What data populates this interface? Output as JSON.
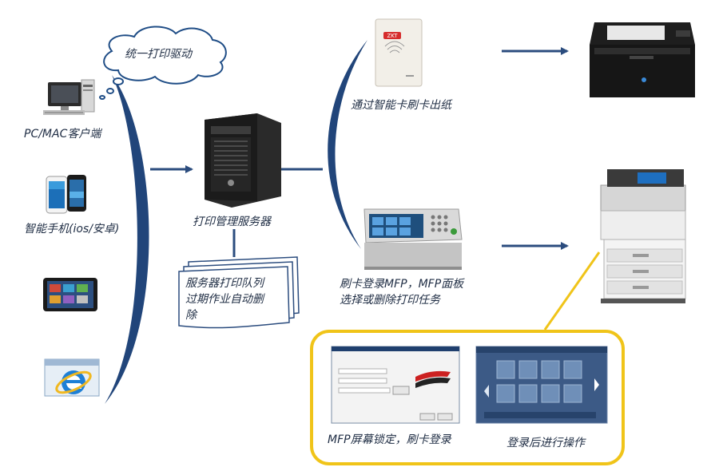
{
  "colors": {
    "curve": "#21457a",
    "arrow": "#2b4c7e",
    "highlight": "#f0c419",
    "cloud_stroke": "#1f4d86"
  },
  "cloud": {
    "text": "统一打印驱动"
  },
  "clients": [
    {
      "label": "PC/MAC客户端",
      "icon": "desktop-computer-icon"
    },
    {
      "label": "智能手机(ios/安卓)",
      "icon": "smartphone-icon"
    },
    {
      "label": "",
      "icon": "tablet-icon"
    },
    {
      "label": "",
      "icon": "internet-explorer-icon"
    }
  ],
  "server": {
    "label": "打印管理服务器",
    "note_lines": [
      "服务器打印队列",
      "过期作业自动删",
      "除"
    ]
  },
  "card_reader": {
    "label": "通过智能卡刷卡出纸",
    "brand": "ZKT"
  },
  "mfp_panel": {
    "label_lines": [
      "刷卡登录MFP，MFP面板",
      "选择或删除打印任务"
    ]
  },
  "login_box": {
    "left_caption": "MFP屏幕锁定，刷卡登录",
    "right_caption": "登录后进行操作"
  },
  "devices": [
    {
      "icon": "printer-icon"
    },
    {
      "icon": "multifunction-printer-icon"
    }
  ]
}
